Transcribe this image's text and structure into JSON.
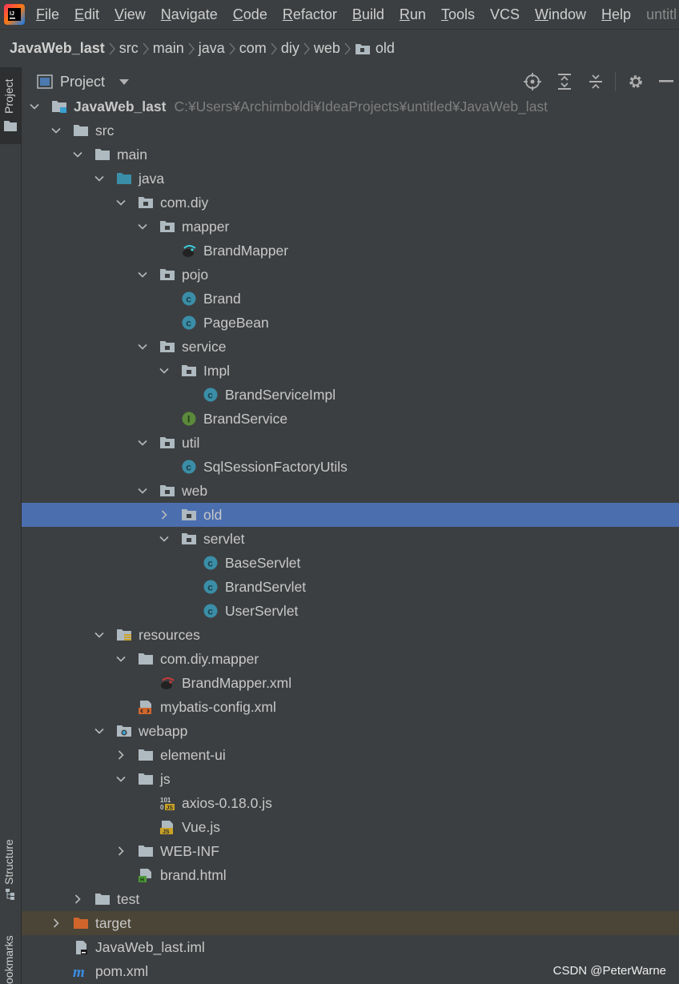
{
  "menubar": {
    "items": [
      {
        "mnemonic": "F",
        "rest": "ile"
      },
      {
        "mnemonic": "E",
        "rest": "dit"
      },
      {
        "mnemonic": "V",
        "rest": "iew"
      },
      {
        "mnemonic": "N",
        "rest": "avigate"
      },
      {
        "mnemonic": "C",
        "rest": "ode"
      },
      {
        "mnemonic": "R",
        "rest": "efactor"
      },
      {
        "mnemonic": "B",
        "rest": "uild"
      },
      {
        "mnemonic": "R",
        "rest": "un"
      },
      {
        "mnemonic": "T",
        "rest": "ools"
      },
      {
        "mnemonic": "",
        "rest": "VCS"
      },
      {
        "mnemonic": "W",
        "rest": "indow"
      },
      {
        "mnemonic": "H",
        "rest": "elp"
      }
    ],
    "title": "untitl"
  },
  "breadcrumb": [
    "JavaWeb_last",
    "src",
    "main",
    "java",
    "com",
    "diy",
    "web",
    "old"
  ],
  "left_strip": {
    "project": "Project",
    "structure": "Structure",
    "bookmarks": "ookmarks"
  },
  "panel": {
    "title": "Project"
  },
  "tree": [
    {
      "label": "JavaWeb_last",
      "path": "C:¥Users¥Archimboldi¥IdeaProjects¥untitled¥JavaWeb_last",
      "depth": 0,
      "expanded": true,
      "icon": "module-folder-icon",
      "bold": true
    },
    {
      "label": "src",
      "depth": 1,
      "expanded": true,
      "icon": "folder-icon"
    },
    {
      "label": "main",
      "depth": 2,
      "expanded": true,
      "icon": "folder-icon"
    },
    {
      "label": "java",
      "depth": 3,
      "expanded": true,
      "icon": "source-root-folder-icon"
    },
    {
      "label": "com.diy",
      "depth": 4,
      "expanded": true,
      "icon": "package-icon"
    },
    {
      "label": "mapper",
      "depth": 5,
      "expanded": true,
      "icon": "package-icon"
    },
    {
      "label": "BrandMapper",
      "depth": 6,
      "icon": "mybatis-mapper-icon"
    },
    {
      "label": "pojo",
      "depth": 5,
      "expanded": true,
      "icon": "package-icon"
    },
    {
      "label": "Brand",
      "depth": 6,
      "icon": "class-icon"
    },
    {
      "label": "PageBean",
      "depth": 6,
      "icon": "class-icon"
    },
    {
      "label": "service",
      "depth": 5,
      "expanded": true,
      "icon": "package-icon"
    },
    {
      "label": "Impl",
      "depth": 6,
      "expanded": true,
      "icon": "package-icon"
    },
    {
      "label": "BrandServiceImpl",
      "depth": 7,
      "icon": "class-icon"
    },
    {
      "label": "BrandService",
      "depth": 6,
      "icon": "interface-icon"
    },
    {
      "label": "util",
      "depth": 5,
      "expanded": true,
      "icon": "package-icon"
    },
    {
      "label": "SqlSessionFactoryUtils",
      "depth": 6,
      "icon": "class-icon"
    },
    {
      "label": "web",
      "depth": 5,
      "expanded": true,
      "icon": "package-icon"
    },
    {
      "label": "old",
      "depth": 6,
      "expanded": false,
      "icon": "package-icon",
      "selected": true
    },
    {
      "label": "servlet",
      "depth": 6,
      "expanded": true,
      "icon": "package-icon"
    },
    {
      "label": "BaseServlet",
      "depth": 7,
      "icon": "class-icon"
    },
    {
      "label": "BrandServlet",
      "depth": 7,
      "icon": "class-icon"
    },
    {
      "label": "UserServlet",
      "depth": 7,
      "icon": "class-icon"
    },
    {
      "label": "resources",
      "depth": 3,
      "expanded": true,
      "icon": "resources-folder-icon"
    },
    {
      "label": "com.diy.mapper",
      "depth": 4,
      "expanded": true,
      "icon": "folder-icon"
    },
    {
      "label": "BrandMapper.xml",
      "depth": 5,
      "icon": "mybatis-xml-icon"
    },
    {
      "label": "mybatis-config.xml",
      "depth": 4,
      "icon": "xml-file-icon"
    },
    {
      "label": "webapp",
      "depth": 3,
      "expanded": true,
      "icon": "web-folder-icon"
    },
    {
      "label": "element-ui",
      "depth": 4,
      "expanded": false,
      "icon": "folder-icon"
    },
    {
      "label": "js",
      "depth": 4,
      "expanded": true,
      "icon": "folder-icon"
    },
    {
      "label": "axios-0.18.0.js",
      "depth": 5,
      "icon": "minified-js-file-icon"
    },
    {
      "label": "Vue.js",
      "depth": 5,
      "icon": "js-file-icon"
    },
    {
      "label": "WEB-INF",
      "depth": 4,
      "expanded": false,
      "icon": "folder-icon"
    },
    {
      "label": "brand.html",
      "depth": 4,
      "icon": "html-file-icon"
    },
    {
      "label": "test",
      "depth": 2,
      "expanded": false,
      "icon": "folder-icon"
    },
    {
      "label": "target",
      "depth": 1,
      "expanded": false,
      "icon": "excluded-folder-icon",
      "excluded": true
    },
    {
      "label": "JavaWeb_last.iml",
      "depth": 1,
      "icon": "iml-file-icon"
    },
    {
      "label": "pom.xml",
      "depth": 1,
      "icon": "maven-pom-icon"
    }
  ],
  "colors": {
    "background": "#3c3f41",
    "selection": "#4b6eaf",
    "excluded_row": "#4a4536",
    "folder": "#aeb9c0",
    "class": "#3a8ea8",
    "interface": "#5a8a3a"
  },
  "watermark": "CSDN @PeterWarne"
}
